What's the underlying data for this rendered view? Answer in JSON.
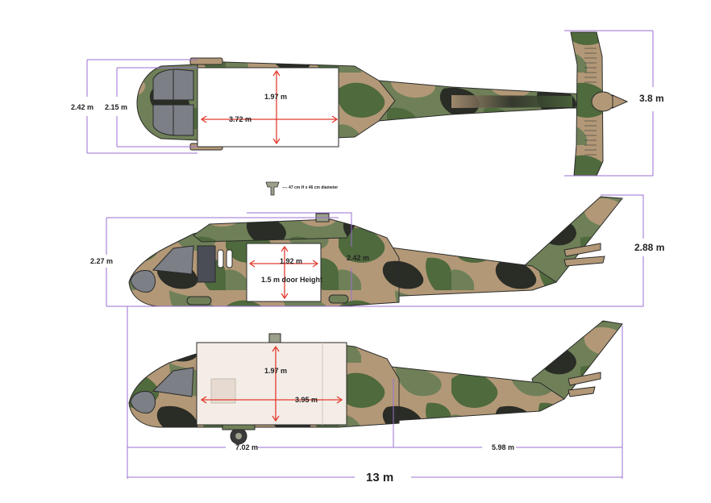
{
  "top_view": {
    "overall_width": "2.42 m",
    "cabin_width": "2.15 m",
    "cabin_interior_width": "1.97 m",
    "cabin_length": "3.72 m",
    "tail_span": "3.8 m"
  },
  "side_view": {
    "seat_note": "---- 47 cm H x 46 cm diameter",
    "overall_height": "2.27 m",
    "door_width": "1.92 m",
    "door_height": "1.5 m door Height",
    "cabin_height": "2.42 m",
    "tail_height": "2.88 m"
  },
  "side_view_cutaway": {
    "cabin_height": "1.97 m",
    "cabin_length": "3.95 m",
    "forward_length": "7.02 m",
    "aft_length": "5.98 m",
    "total_length": "13 m"
  },
  "colors": {
    "camo_green": "#4f6a3d",
    "camo_tan": "#b29877",
    "camo_dark": "#2a2c26",
    "camo_olive": "#6f8058",
    "dimension_line": "#9b6fd0",
    "interior_arrow": "#e23b2f"
  }
}
